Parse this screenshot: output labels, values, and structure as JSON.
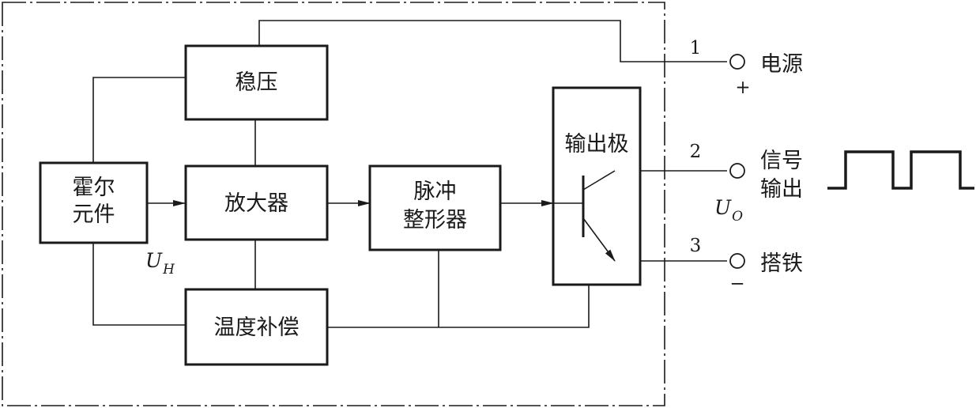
{
  "blocks": {
    "regulator": "稳压",
    "hall_line1": "霍尔",
    "hall_line2": "元件",
    "amplifier": "放大器",
    "pulse_line1": "脉冲",
    "pulse_line2": "整形器",
    "output_stage": "输出极",
    "temp_comp": "温度补偿"
  },
  "signals": {
    "uh_symbol": "U",
    "uh_sub": "H",
    "uo_symbol": "U",
    "uo_sub": "O"
  },
  "terminals": [
    {
      "number": "1",
      "label": "电源",
      "polarity": "+"
    },
    {
      "number": "2",
      "label_line1": "信号",
      "label_line2": "输出"
    },
    {
      "number": "3",
      "label": "搭铁",
      "polarity": "−"
    }
  ],
  "colors": {
    "ink": "#1a1a1a",
    "background": "#ffffff"
  }
}
